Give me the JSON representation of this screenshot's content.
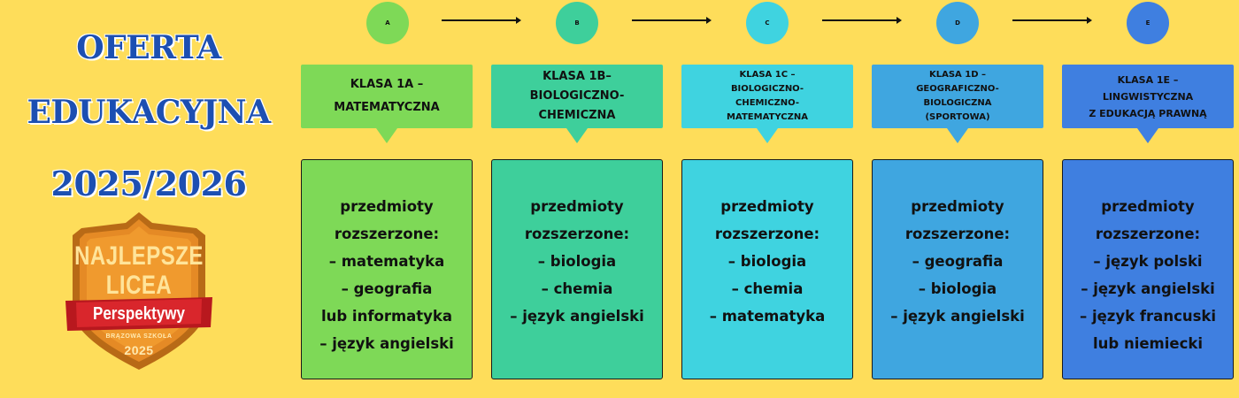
{
  "title": {
    "line1": "OFERTA",
    "line2": "EDUKACYJNA",
    "line3": "2025/2026"
  },
  "badge": {
    "line1": "NAJLEPSZE",
    "line2": "LICEA",
    "ribbon": "Perspektywy",
    "line3": "BRĄZOWA SZKOŁA",
    "year": "2025"
  },
  "colors": {
    "background": "#fedd5a",
    "title": "#1c4fb2",
    "class_a": "#7ed957",
    "class_b": "#3ecf9b",
    "class_c": "#3fd3e0",
    "class_d": "#3fa6e0",
    "class_e": "#3f7fe0"
  },
  "classes": [
    {
      "letter": "A",
      "header": "KLASA 1A –\nMATEMATYCZNA",
      "subjects": [
        "przedmioty",
        "rozszerzone:",
        "– matematyka",
        "– geografia",
        "lub informatyka",
        "– język angielski"
      ]
    },
    {
      "letter": "B",
      "header": "KLASA 1B–\nBIOLOGICZNO-\nCHEMICZNA",
      "subjects": [
        "przedmioty",
        "rozszerzone:",
        "– biologia",
        "– chemia",
        "– język angielski"
      ]
    },
    {
      "letter": "C",
      "header": "KLASA 1C –\nBIOLOGICZNO-\nCHEMICZNO-\nMATEMATYCZNA",
      "subjects": [
        "przedmioty",
        "rozszerzone:",
        "– biologia",
        "– chemia",
        "– matematyka"
      ]
    },
    {
      "letter": "D",
      "header": "KLASA 1D –\nGEOGRAFICZNO-\nBIOLOGICZNA\n(SPORTOWA)",
      "subjects": [
        "przedmioty",
        "rozszerzone:",
        "– geografia",
        "– biologia",
        "– język angielski"
      ]
    },
    {
      "letter": "E",
      "header": "KLASA 1E –\nLINGWISTYCZNA\nZ EDUKACJĄ PRAWNĄ",
      "subjects": [
        "przedmioty",
        "rozszerzone:",
        "– język polski",
        "– język angielski",
        "– język francuski",
        "lub niemiecki"
      ]
    }
  ]
}
